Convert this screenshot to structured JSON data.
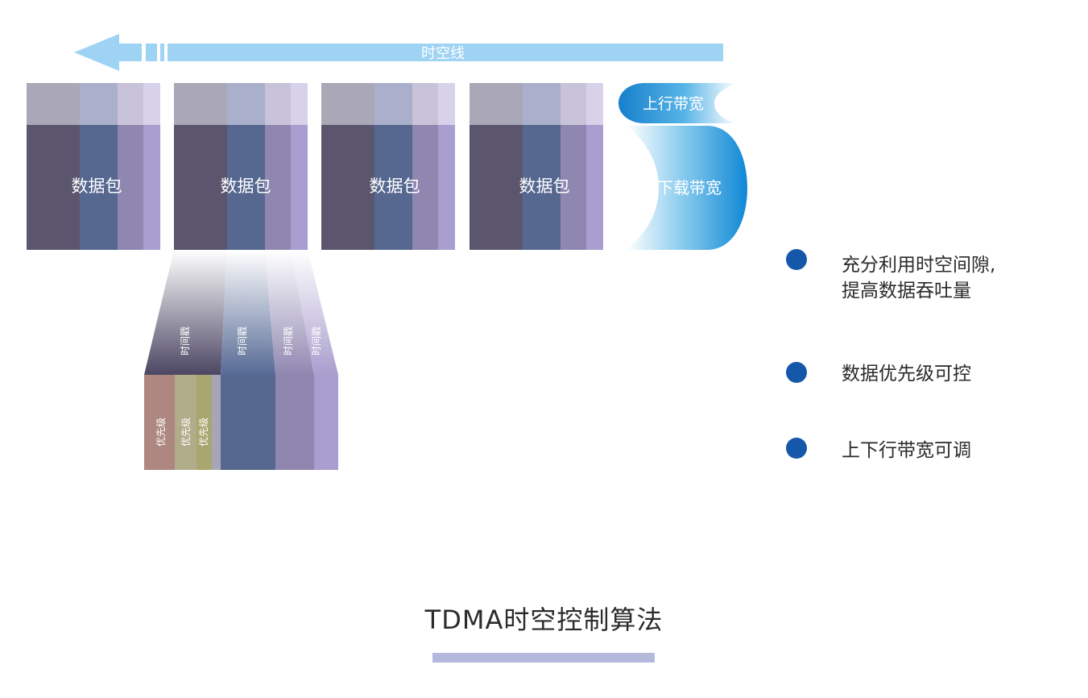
{
  "diagram": {
    "timeline_label": "时空线",
    "packets": [
      {
        "label": "数据包"
      },
      {
        "label": "数据包"
      },
      {
        "label": "数据包"
      },
      {
        "label": "数据包"
      }
    ],
    "upload_bandwidth_label": "上行带宽",
    "download_bandwidth_label": "下载带宽",
    "timestamp_labels": [
      "时间戳",
      "时间戳",
      "时间戳",
      "时间戳"
    ],
    "priority_labels": [
      "优先级",
      "优先级",
      "优先级"
    ]
  },
  "features": [
    {
      "lines": [
        "充分利用时空间隙,",
        "提高数据吞吐量"
      ]
    },
    {
      "lines": [
        "数据优先级可控"
      ]
    },
    {
      "lines": [
        "上下行带宽可调"
      ]
    }
  ],
  "title": "TDMA时空控制算法",
  "colors": {
    "arrow": "#9fd3f3",
    "bullet": "#1557a8",
    "title_bar": "#b4b9dc",
    "bandwidth_blue": "#1a93dc"
  }
}
